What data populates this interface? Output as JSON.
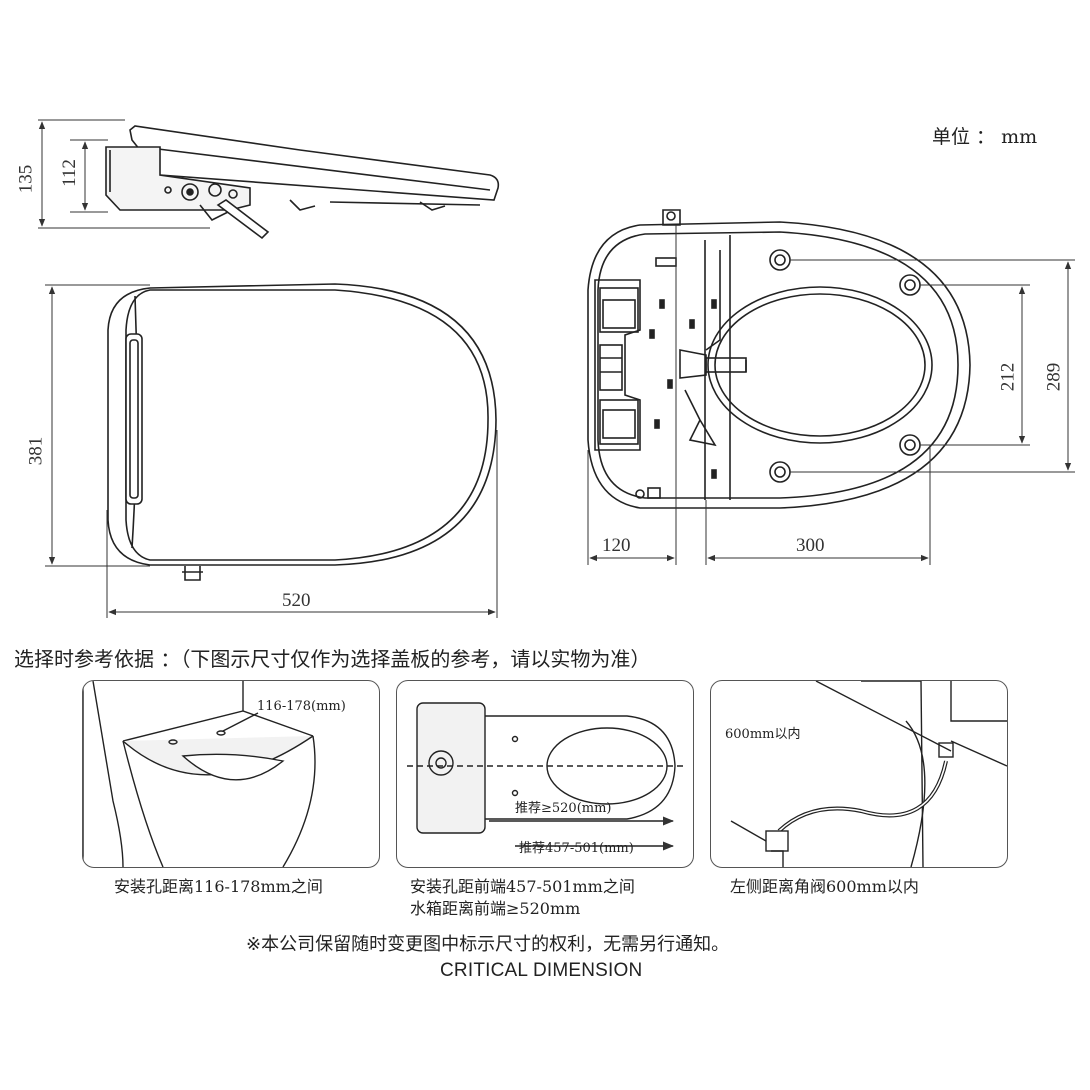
{
  "unit_label": "单位 ： mm",
  "side_view": {
    "dim_total_height": "135",
    "dim_body_height": "112"
  },
  "top_view": {
    "dim_depth": "381",
    "dim_length": "520"
  },
  "bottom_view": {
    "dim_inner": "212",
    "dim_outer": "289",
    "dim_rear": "120",
    "dim_span": "300"
  },
  "selection_note": "选择时参考依据 ：（下图示尺寸仅作为选择盖板的参考，请以实物为准）",
  "panels": [
    {
      "inner_label": "116-178(mm)",
      "caption_line1": "安装孔距离116-178mm之间",
      "caption_line2": ""
    },
    {
      "inner_label_1": "推荐≥520(mm)",
      "inner_label_2": "推荐457-501(mm)",
      "caption_line1": "安装孔距前端457-501mm之间",
      "caption_line2": "水箱距离前端≥520mm"
    },
    {
      "inner_label": "600mm以内",
      "caption_line1": "左侧距离角阀600mm以内",
      "caption_line2": ""
    }
  ],
  "disclaimer": "※本公司保留随时变更图中标示尺寸的权利，无需另行通知。",
  "footer_title": "CRITICAL DIMENSION"
}
